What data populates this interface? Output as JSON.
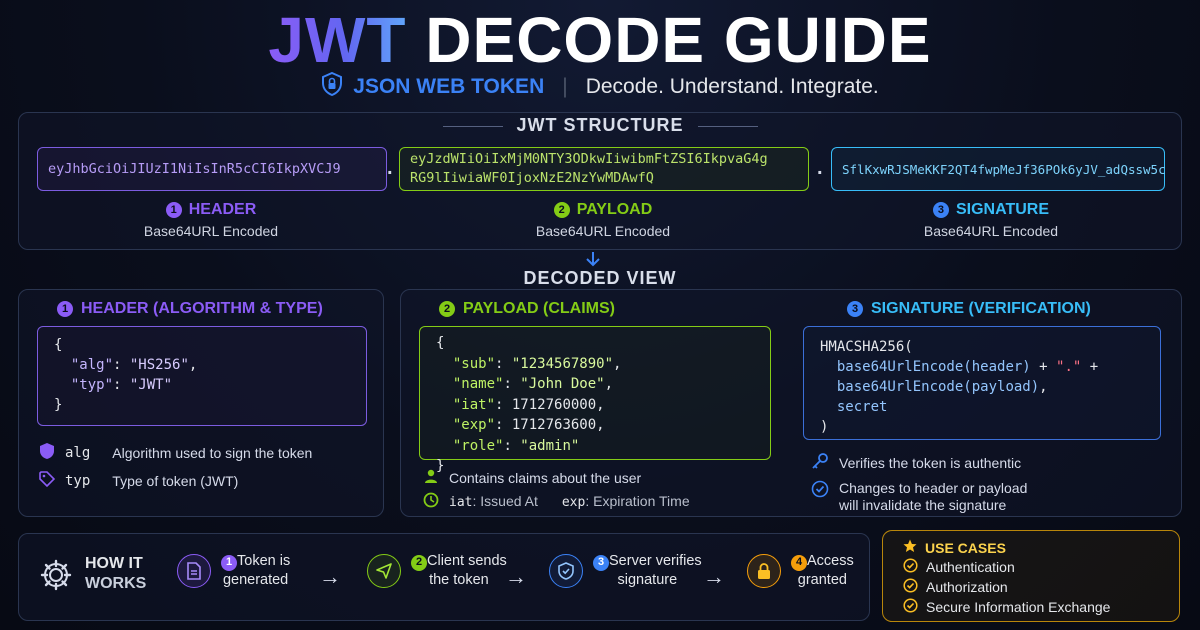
{
  "title": {
    "part1": "JWT",
    "part2": " DECODE GUIDE"
  },
  "subtitle": {
    "brand": "JSON WEB TOKEN",
    "separator": "|",
    "tagline": "Decode. Understand. Integrate."
  },
  "structure": {
    "label": "JWT STRUCTURE",
    "header_token": "eyJhbGciOiJIUzI1NiIsInR5cCI6IkpXVCJ9",
    "payload_token_line1": "eyJzdWIiOiIxMjM0NTY3ODkwIiwibmFtZSI6IkpvaG4g",
    "payload_token_line2": "RG9lIiwiaWF0IjoxNzE2NzYwMDAwfQ",
    "signature_token": "SflKxwRJSMeKKF2QT4fwpMeJf36POk6yJV_adQssw5c",
    "separator": ".",
    "parts": [
      {
        "num": "1",
        "title": "HEADER",
        "sub": "Base64URL Encoded"
      },
      {
        "num": "2",
        "title": "PAYLOAD",
        "sub": "Base64URL Encoded"
      },
      {
        "num": "3",
        "title": "SIGNATURE",
        "sub": "Base64URL Encoded"
      }
    ]
  },
  "decoded": {
    "label": "DECODED VIEW",
    "header": {
      "num": "1",
      "title": "HEADER (ALGORITHM & TYPE)",
      "code": {
        "open": "{",
        "alg_key": "\"alg\"",
        "alg_val": "\"HS256\"",
        "typ_key": "\"typ\"",
        "typ_val": "\"JWT\"",
        "close": "}"
      },
      "notes": [
        {
          "key": "alg",
          "text": "Algorithm used to sign the token"
        },
        {
          "key": "typ",
          "text": "Type of token (JWT)"
        }
      ]
    },
    "payload": {
      "num": "2",
      "title": "PAYLOAD (CLAIMS)",
      "code": {
        "open": "{",
        "sub_key": "\"sub\"",
        "sub_val": "\"1234567890\"",
        "name_key": "\"name\"",
        "name_val": "\"John Doe\"",
        "iat_key": "\"iat\"",
        "iat_val": "1712760000",
        "exp_key": "\"exp\"",
        "exp_val": "1712763600",
        "role_key": "\"role\"",
        "role_val": "\"admin\"",
        "close": "}"
      },
      "note1": "Contains claims about the user",
      "note2_key1": "iat",
      "note2_val1": ": Issued At",
      "note2_key2": "exp",
      "note2_val2": ": Expiration Time"
    },
    "signature": {
      "num": "3",
      "title": "SIGNATURE (VERIFICATION)",
      "code": {
        "line1": "HMACSHA256(",
        "fn1": "base64UrlEncode",
        "arg1": "(header)",
        "plus1": " + ",
        "dot": "\".\"",
        "plus2": " +",
        "fn2": "base64UrlEncode",
        "arg2": "(payload)",
        "comma": ",",
        "secret": "secret",
        "close": ")"
      },
      "note1": "Verifies the token is authentic",
      "note2_line1": "Changes to header or payload",
      "note2_line2": "will invalidate the signature"
    }
  },
  "how_it_works": {
    "title_line1": "HOW IT",
    "title_line2": "WORKS",
    "steps": [
      {
        "num": "1",
        "line1": "Token is",
        "line2": "generated"
      },
      {
        "num": "2",
        "line1": "Client sends",
        "line2": "the token"
      },
      {
        "num": "3",
        "line1": "Server verifies",
        "line2": "signature"
      },
      {
        "num": "4",
        "line1": "Access",
        "line2": "granted"
      }
    ],
    "arrow": "→"
  },
  "use_cases": {
    "title": "USE CASES",
    "items": [
      "Authentication",
      "Authorization",
      "Secure Information Exchange"
    ]
  },
  "colors": {
    "header": "#8b5cf6",
    "payload": "#84cc16",
    "signature": "#3b82f6",
    "use_cases": "#fbbf24"
  }
}
